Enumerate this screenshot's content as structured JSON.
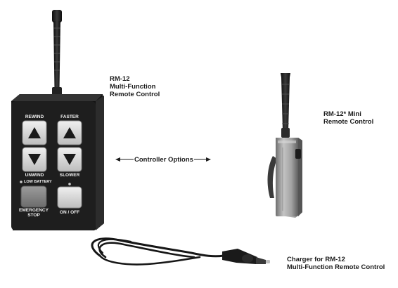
{
  "labels": {
    "rm12": {
      "line1": "RM-12",
      "line2": "Multi-Function",
      "line3": "Remote Control"
    },
    "rm12_mini": {
      "line1": "RM-12* Mini",
      "line2": "Remote Control"
    },
    "controller_options": "Controller Options",
    "charger": {
      "line1": "Charger for RM-12",
      "line2": "Multi-Function Remote Control"
    }
  },
  "remote_buttons": {
    "rewind": "REWIND",
    "faster": "FASTER",
    "unwind": "UNWIND",
    "slower": "SLOWER",
    "low_battery": "LOW BATTERY",
    "emergency_line1": "EMERGENCY",
    "emergency_line2": "STOP",
    "on_off": "ON / OFF"
  },
  "colors": {
    "device_body": "#1e1e1e",
    "button_face": "#d9d9d9",
    "mini_body": "#9a9a9a",
    "background": "#ffffff"
  },
  "icons": [
    "up-arrow-icon",
    "down-arrow-icon",
    "arrow-left-icon",
    "arrow-right-icon",
    "led-indicator-icon"
  ]
}
